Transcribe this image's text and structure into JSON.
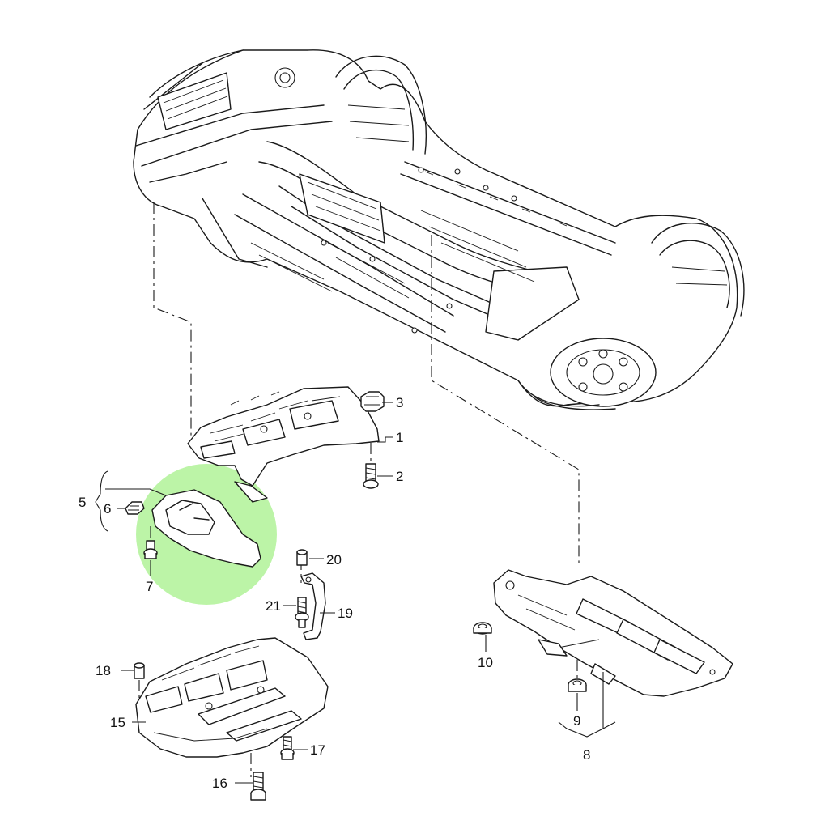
{
  "diagram": {
    "highlight_color": "#a6f08a",
    "line_color": "#1a1a1a",
    "part_numbers": {
      "p1": "1",
      "p2": "2",
      "p3": "3",
      "p5": "5",
      "p6": "6",
      "p7": "7",
      "p8": "8",
      "p9": "9",
      "p10": "10",
      "p15": "15",
      "p16": "16",
      "p17": "17",
      "p18": "18",
      "p19": "19",
      "p20": "20",
      "p21": "21"
    }
  }
}
